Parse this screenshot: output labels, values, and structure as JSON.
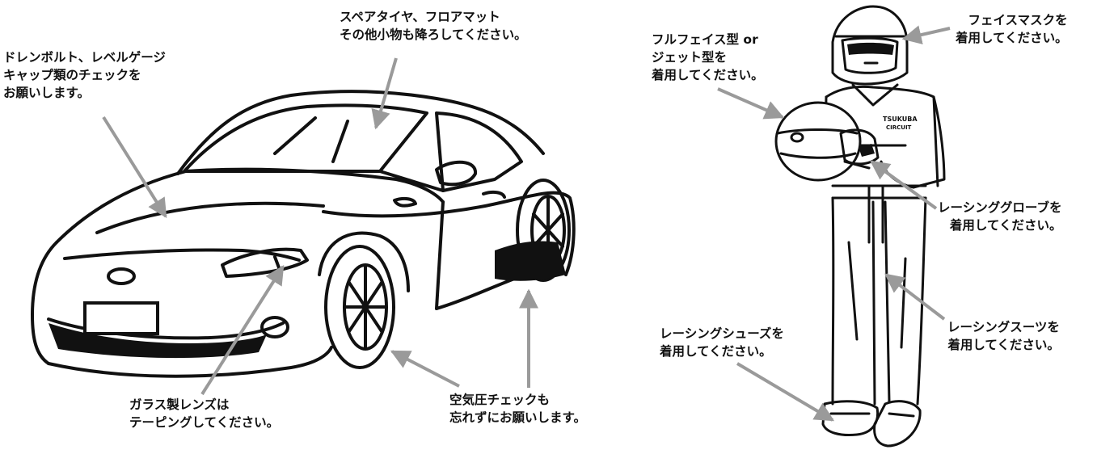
{
  "car_notes": {
    "drain": [
      "ドレンボルト、レベルゲージ",
      "キャップ類のチェックを",
      "お願いします。"
    ],
    "spare": [
      "スペアタイヤ、フロアマット",
      "その他小物も降ろしてください。"
    ],
    "lens": [
      "ガラス製レンズは",
      "テーピングしてください。"
    ],
    "air": [
      "空気圧チェックも",
      "忘れずにお願いします。"
    ]
  },
  "driver_notes": {
    "helmet": [
      "フルフェイス型 or",
      "ジェット型を",
      "着用してください。"
    ],
    "mask": [
      "フェイスマスクを",
      "着用してください。"
    ],
    "gloves": [
      "レーシンググローブを",
      "着用してください。"
    ],
    "suit": [
      "レーシングスーツを",
      "着用してください。"
    ],
    "shoes": [
      "レーシングシューズを",
      "着用してください。"
    ]
  },
  "suit_logo": [
    "TSUKUBA",
    "CIRCUIT"
  ],
  "colors": {
    "ink": "#111111",
    "arrow": "#9a9a9a",
    "paper": "#ffffff"
  }
}
